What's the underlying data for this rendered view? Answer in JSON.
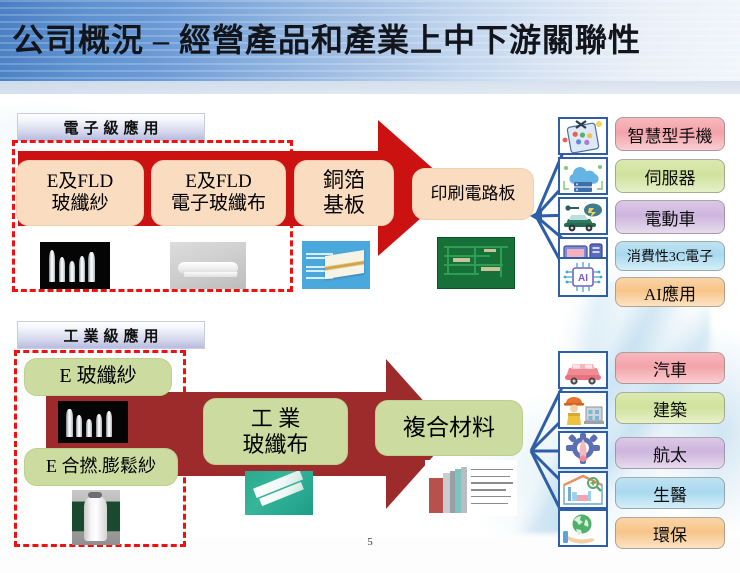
{
  "slide": {
    "title": "公司概況 – 經營產品和產業上中下游關聯性",
    "page_number": "5"
  },
  "sections": [
    {
      "id": "electronic",
      "label": "電子級應用",
      "arrow_color": "#cc1111",
      "chain": [
        {
          "name": "E及FLD玻纖紗",
          "line1": "E及FLD",
          "line2": "玻纖紗",
          "photo": "glass-fiber-yarn-photo"
        },
        {
          "name": "E及FLD電子玻纖布",
          "line1": "E及FLD",
          "line2": "電子玻纖布",
          "photo": "electronic-glass-cloth-photo"
        },
        {
          "name": "銅箔基板",
          "line1": "銅箔",
          "line2": "基板",
          "photo": "copper-clad-laminate-photo"
        },
        {
          "name": "印刷電路板",
          "line1": "印刷電路板",
          "line2": "",
          "photo": "printed-circuit-board-photo"
        }
      ],
      "applications": [
        {
          "label": "智慧型手機",
          "color": "#f3a3aa",
          "icon": "smartphone-icon"
        },
        {
          "label": "伺服器",
          "color": "#cfe29c",
          "icon": "server-cloud-icon"
        },
        {
          "label": "電動車",
          "color": "#cdb5dd",
          "icon": "electric-car-icon"
        },
        {
          "label": "消費性3C電子",
          "color": "#a9d9ef",
          "icon": "consumer-electronics-icon"
        },
        {
          "label": "AI應用",
          "color": "#f7c489",
          "icon": "ai-chip-icon"
        }
      ]
    },
    {
      "id": "industrial",
      "label": "工業級應用",
      "arrow_color": "#9e2b2b",
      "chain": [
        {
          "name": "E 玻纖紗",
          "line1": "E 玻纖紗",
          "line2": "",
          "photo": "e-glass-yarn-photo"
        },
        {
          "name": "E 合撚.膨鬆紗",
          "line1": "E 合撚.膨鬆紗",
          "line2": "",
          "photo": "bulked-yarn-bobbin-photo"
        },
        {
          "name": "工業玻纖布",
          "line1": "工 業",
          "line2": "玻纖布",
          "photo": "industrial-glass-cloth-photo"
        },
        {
          "name": "複合材料",
          "line1": "複合材料",
          "line2": "",
          "photo": "composite-material-photo"
        }
      ],
      "applications": [
        {
          "label": "汽車",
          "color": "#f3a3aa",
          "icon": "car-icon"
        },
        {
          "label": "建築",
          "color": "#cfe29c",
          "icon": "construction-worker-icon"
        },
        {
          "label": "航太",
          "color": "#cdb5dd",
          "icon": "aerospace-icon"
        },
        {
          "label": "生醫",
          "color": "#a9d9ef",
          "icon": "biomedical-icon"
        },
        {
          "label": "環保",
          "color": "#f7c489",
          "icon": "environment-icon"
        }
      ]
    }
  ],
  "theme": {
    "banner_blue": "#4a7fc4",
    "dashed_red": "#ee1111",
    "peach_box": "#fadcc0",
    "olive_box": "#ccdca0",
    "tile_border_blue": "#2f5ea8"
  }
}
